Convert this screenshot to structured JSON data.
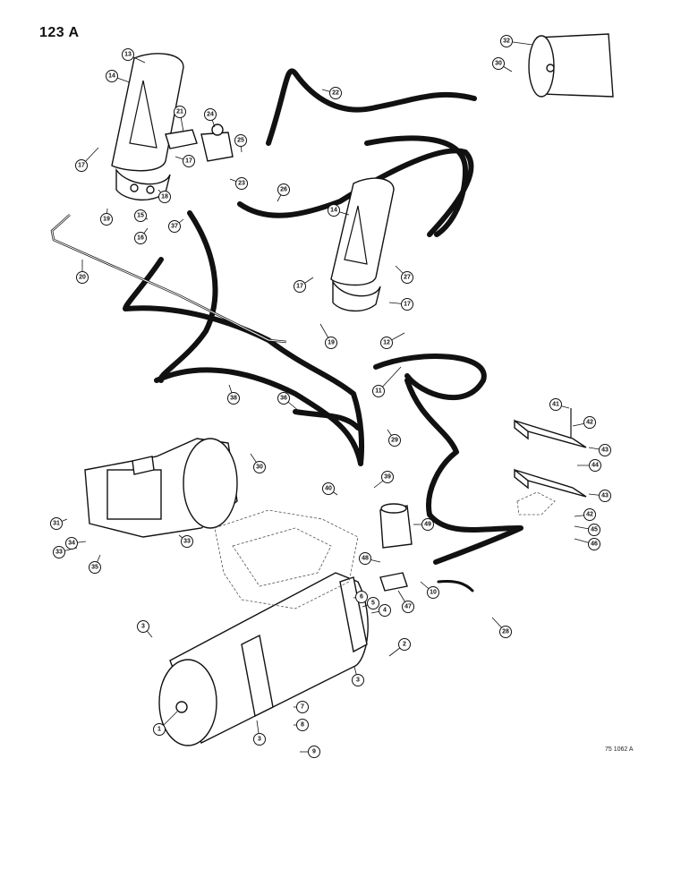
{
  "page": {
    "title": "123 A",
    "drawing_ref": "75 1062 A"
  },
  "callouts": [
    {
      "label": "1"
    },
    {
      "label": "2"
    },
    {
      "label": "3"
    },
    {
      "label": "3"
    },
    {
      "label": "3"
    },
    {
      "label": "4"
    },
    {
      "label": "5"
    },
    {
      "label": "6"
    },
    {
      "label": "7"
    },
    {
      "label": "8"
    },
    {
      "label": "9"
    },
    {
      "label": "10"
    },
    {
      "label": "11"
    },
    {
      "label": "12"
    },
    {
      "label": "13"
    },
    {
      "label": "14"
    },
    {
      "label": "14"
    },
    {
      "label": "15"
    },
    {
      "label": "16"
    },
    {
      "label": "17"
    },
    {
      "label": "17"
    },
    {
      "label": "17"
    },
    {
      "label": "17"
    },
    {
      "label": "18"
    },
    {
      "label": "19"
    },
    {
      "label": "19"
    },
    {
      "label": "20"
    },
    {
      "label": "21"
    },
    {
      "label": "22"
    },
    {
      "label": "23"
    },
    {
      "label": "24"
    },
    {
      "label": "25"
    },
    {
      "label": "26"
    },
    {
      "label": "27"
    },
    {
      "label": "28"
    },
    {
      "label": "29"
    },
    {
      "label": "30"
    },
    {
      "label": "30"
    },
    {
      "label": "31"
    },
    {
      "label": "32"
    },
    {
      "label": "33"
    },
    {
      "label": "33"
    },
    {
      "label": "34"
    },
    {
      "label": "35"
    },
    {
      "label": "36"
    },
    {
      "label": "37"
    },
    {
      "label": "38"
    },
    {
      "label": "39"
    },
    {
      "label": "40"
    },
    {
      "label": "41"
    },
    {
      "label": "42"
    },
    {
      "label": "42"
    },
    {
      "label": "43"
    },
    {
      "label": "43"
    },
    {
      "label": "44"
    },
    {
      "label": "45"
    },
    {
      "label": "46"
    },
    {
      "label": "47"
    },
    {
      "label": "48"
    },
    {
      "label": "49"
    }
  ]
}
